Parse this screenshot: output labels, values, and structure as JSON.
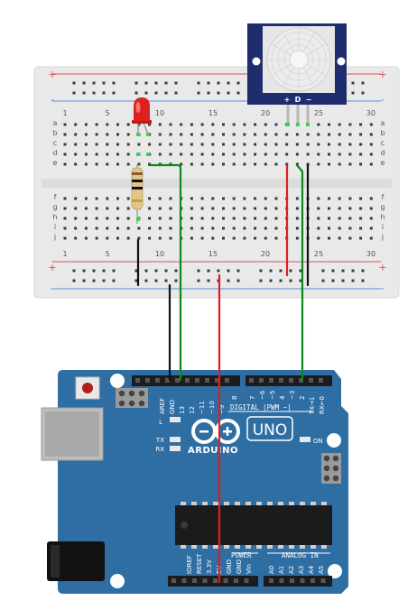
{
  "breadboard": {
    "column_numbers": [
      "1",
      "5",
      "10",
      "15",
      "20",
      "25",
      "30"
    ],
    "row_letters_top": [
      "a",
      "b",
      "c",
      "d",
      "e"
    ],
    "row_letters_bottom": [
      "f",
      "g",
      "h",
      "i",
      "j"
    ],
    "rail_plus": "+",
    "rail_minus": "-"
  },
  "pir_sensor": {
    "pin_labels": [
      "+",
      "D",
      "−"
    ]
  },
  "arduino": {
    "logo_text": "ARDUINO",
    "model": "UNO",
    "on_label": "ON",
    "led_l": "L",
    "led_tx": "TX",
    "led_rx": "RX",
    "digital_label": "DIGITAL (PWM ~)",
    "power_label": "POWER",
    "analog_label": "ANALOG IN",
    "top_pin_labels": [
      "AREF",
      "GND",
      "13",
      "12",
      "~11",
      "~10",
      "~9",
      "8",
      "7",
      "~6",
      "~5",
      "4",
      "~3",
      "2",
      "TX→1",
      "RX←0"
    ],
    "bottom_pin_labels": [
      "IOREF",
      "RESET",
      "3.3V",
      "5V",
      "GND",
      "GND",
      "Vin",
      "A0",
      "A1",
      "A2",
      "A3",
      "A4",
      "A5"
    ]
  },
  "colors": {
    "board_blue": "#2f6ea3",
    "board_dark": "#21547f",
    "wire_red": "#e01e1e",
    "wire_black": "#111111",
    "wire_green": "#0c8a1c",
    "sensor_navy": "#1f2d6e"
  }
}
